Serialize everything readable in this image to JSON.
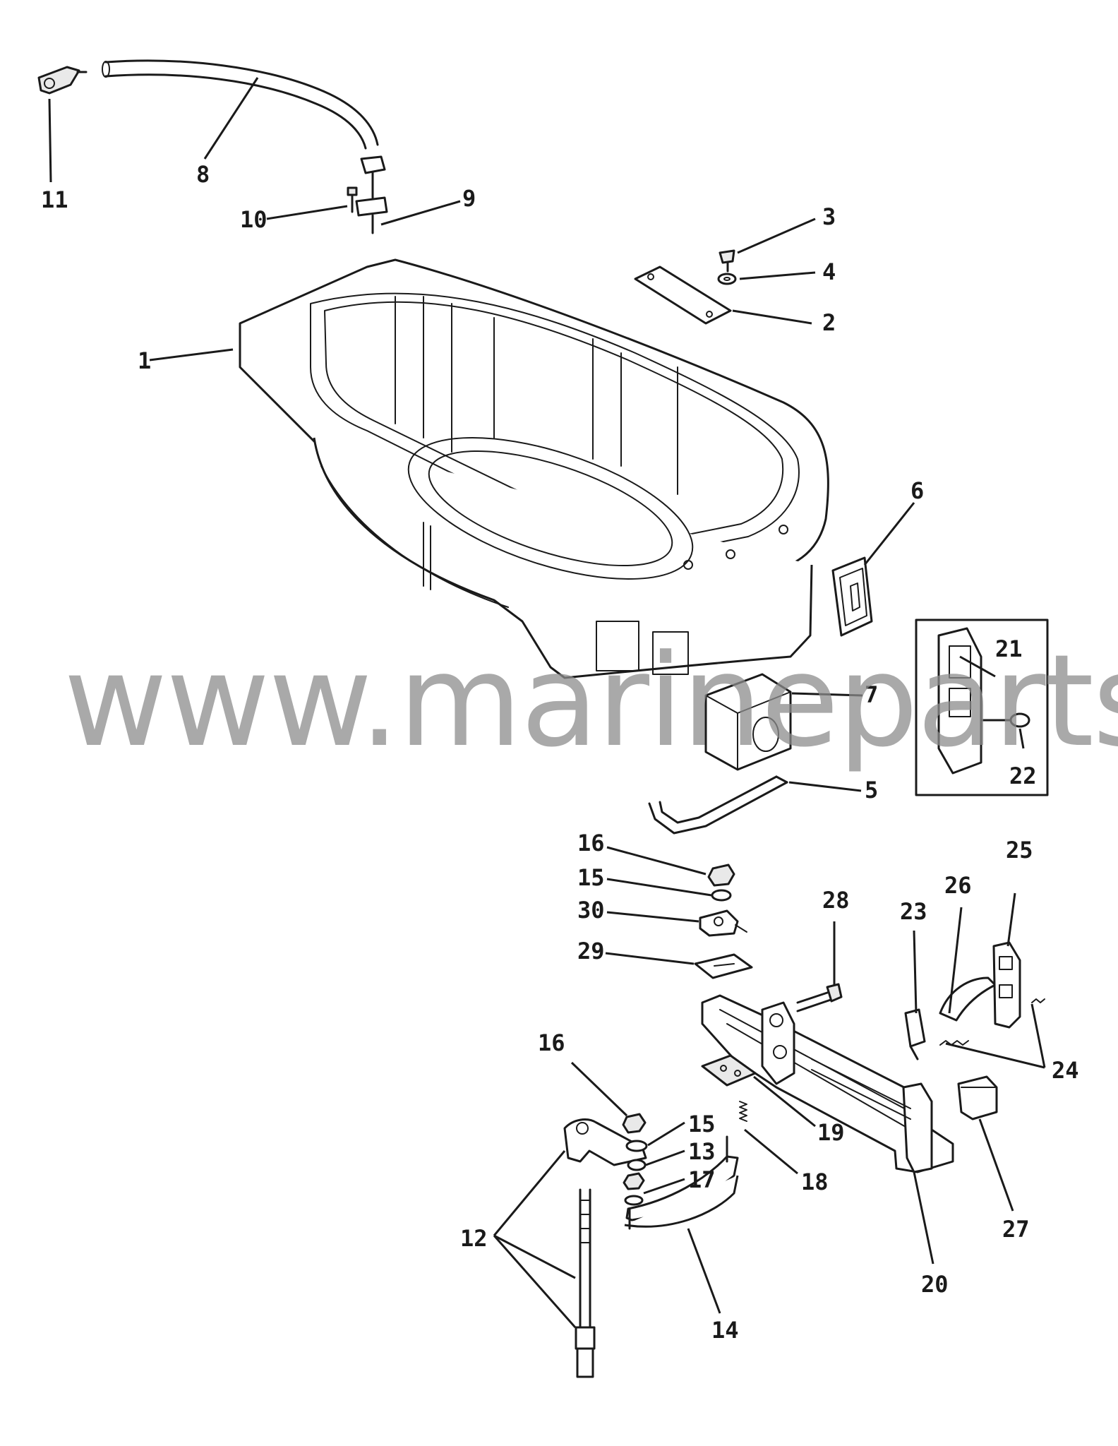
{
  "diagram": {
    "watermark": "www.marineparts.eu",
    "callouts": {
      "c1": "1",
      "c2": "2",
      "c3": "3",
      "c4": "4",
      "c5": "5",
      "c6": "6",
      "c7": "7",
      "c8": "8",
      "c9": "9",
      "c10": "10",
      "c11": "11",
      "c12": "12",
      "c13": "13",
      "c14": "14",
      "c15a": "15",
      "c15b": "15",
      "c16a": "16",
      "c16b": "16",
      "c17": "17",
      "c18": "18",
      "c19": "19",
      "c20": "20",
      "c21": "21",
      "c22": "22",
      "c23": "23",
      "c24": "24",
      "c25": "25",
      "c26": "26",
      "c27": "27",
      "c28": "28",
      "c29": "29",
      "c30": "30"
    }
  }
}
